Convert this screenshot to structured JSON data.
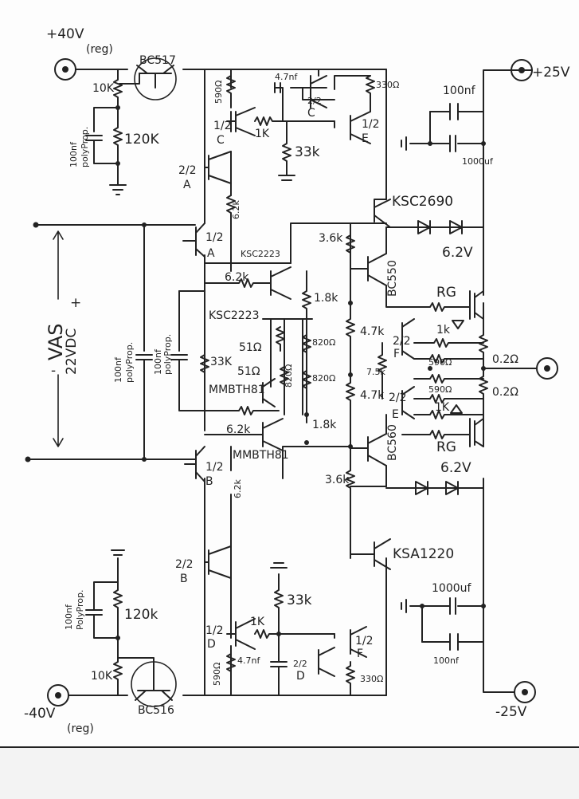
{
  "supplies": {
    "plus_40": "+40V",
    "plus_40_note": "(reg)",
    "minus_40": "-40V",
    "minus_40_note": "(reg)",
    "plus_25": "+25V",
    "minus_25": "-25V"
  },
  "vas_block": {
    "title": "VAS",
    "voltage": "22VDC",
    "plus": "+",
    "minus": "-"
  },
  "transistors": {
    "bc517": "BC517",
    "bc516": "BC516",
    "ksc2690": "KSC2690",
    "ksa1220": "KSA1220",
    "bc550": "BC550",
    "bc560": "BC560",
    "ksc2223_top": "KSC2223",
    "ksc2223_mid": "KSC2223",
    "mmbth81_a": "MMBTH81",
    "mmbth81_b": "MMBTH81"
  },
  "resistors": {
    "r10k_top": "10K",
    "r120k_top": "120K",
    "r10k_bot": "10K",
    "r120k_bot": "120k",
    "r590_top": "590Ω",
    "r1k_top": "1K",
    "r33k_top": "33k",
    "r330_top": "330Ω",
    "r6k2_top": "6.2k",
    "r3k6_top": "3.6k",
    "r6k2_mid": "6.2k",
    "r1k8_a": "1.8k",
    "r51_a": "51Ω",
    "r51_b": "51Ω",
    "r820_a": "820Ω",
    "r820_b": "820Ω",
    "r820_c": "820Ω",
    "r33k_mid": "33K",
    "r6k2_low": "6.2k",
    "r1k8_b": "1.8k",
    "r4k7_a": "4.7k",
    "r4k7_b": "4.7k",
    "r7k5": "7.5k",
    "r3k6_bot": "3.6k",
    "r6k2_bot": "6.2k",
    "r33k_bot": "33k",
    "r1k_bot": "1K",
    "r590_bot": "590Ω",
    "r330_bot": "330Ω",
    "rg_top": "RG",
    "rg_bot": "RG",
    "r1k_out_top": "1k",
    "r1k_out_bot": "1K",
    "r590_out_a": "590Ω",
    "r590_out_b": "590Ω",
    "r0_2_a": "0.2Ω",
    "r0_2_b": "0.2Ω"
  },
  "capacitors": {
    "c100n_poly_top": "100nf",
    "c100n_poly_top_note": "polyProp.",
    "c4n7_top": "4.7nf",
    "c100n_r_top": "100nf",
    "c1000u_top": "1000uf",
    "c100n_vas_a": "100nf",
    "c100n_vas_a_note": "polyProp.",
    "c100n_vas_b": "100nf",
    "c100n_vas_b_note": "polyProp.",
    "c100n_poly_bot": "100nf",
    "c100n_poly_bot_note": "PolyProp.",
    "c4n7_bot": "4.7nf",
    "c1000u_bot": "1000uf",
    "c100n_r_bot": "100nf"
  },
  "zeners": {
    "z_top": "6.2V",
    "z_bot": "6.2V"
  },
  "halves": {
    "h_a1": "1/2",
    "h_a1_letter": "A",
    "h_a2": "2/2",
    "h_a2_letter": "A",
    "h_c1": "1/2",
    "h_c1_letter": "C",
    "h_c2": "2/2",
    "h_c2_letter": "C",
    "h_e1": "1/2",
    "h_e1_letter": "E",
    "h_e2": "2/2",
    "h_e2_letter": "E",
    "h_f1": "2/2",
    "h_f1_letter": "F",
    "h_f2": "1/2",
    "h_f2_letter": "F",
    "h_b1": "1/2",
    "h_b1_letter": "B",
    "h_b2": "2/2",
    "h_b2_letter": "B",
    "h_d1": "1/2",
    "h_d1_letter": "D",
    "h_d2": "2/2",
    "h_d2_letter": "D"
  }
}
